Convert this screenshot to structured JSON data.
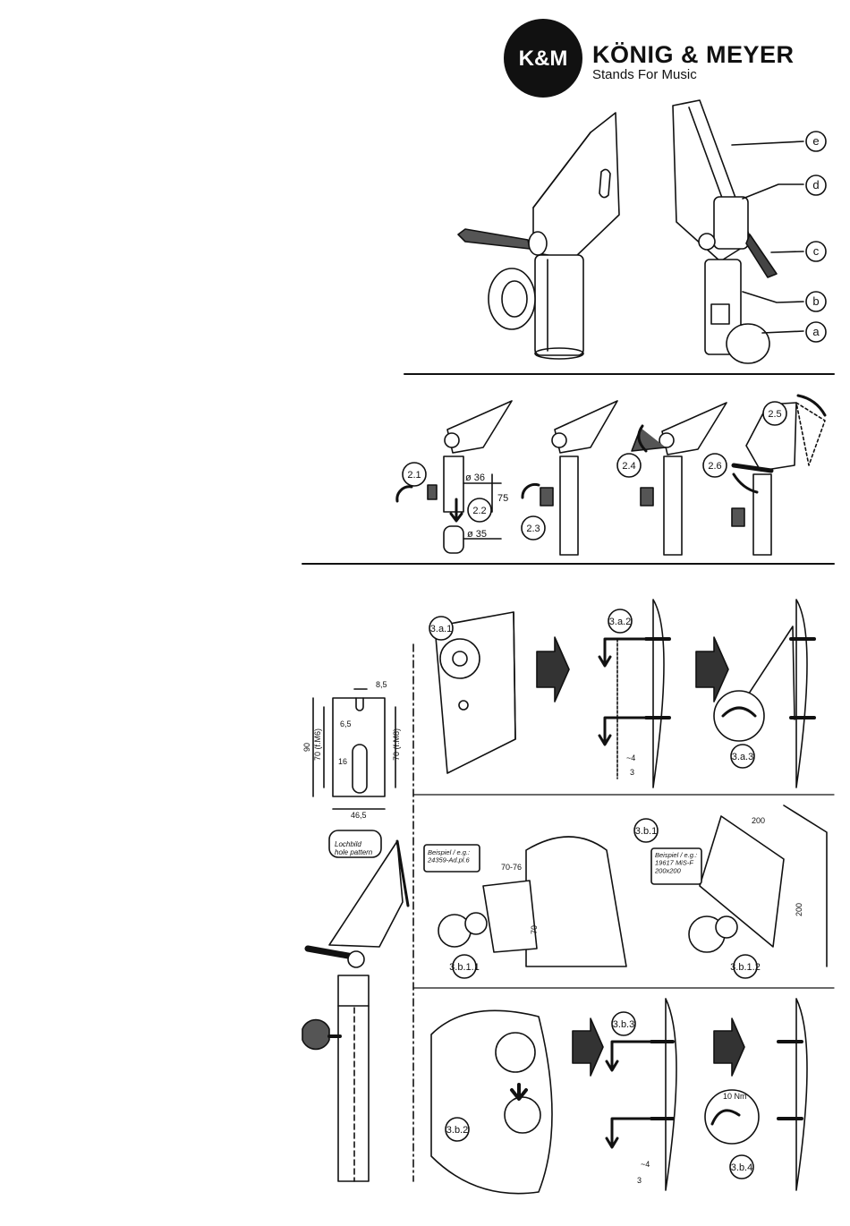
{
  "brand": {
    "logo_text": "K&M",
    "name": "KÖNIG & MEYER",
    "tagline": "Stands For Music"
  },
  "parts": [
    "e",
    "d",
    "c",
    "b",
    "a"
  ],
  "steps_2": {
    "s21": "2.1",
    "s22": "2.2",
    "s23": "2.3",
    "s24": "2.4",
    "s25": "2.5",
    "s26": "2.6",
    "dim_d36": "ø 36",
    "dim_75": "75",
    "dim_d35": "ø 35"
  },
  "hole_pattern": {
    "w_top": "8,5",
    "w_mid": "6,5",
    "w_slot": "16",
    "width": "46,5",
    "h_total": "90",
    "h_m6": "70 (f.M6)",
    "h_m8": "70 (f.M8)",
    "caption": "Lochbild\nhole pattern"
  },
  "steps_3": {
    "a1": "3.a.1",
    "a2": "3.a.2",
    "a3": "3.a.3",
    "b1": "3.b.1",
    "b11": "3.b.1.1",
    "b12": "3.b.1.2",
    "b2": "3.b.2",
    "b3": "3.b.3",
    "b4": "3.b.4",
    "approx4": "~4",
    "three": "3",
    "ex1": "Beispiel / e.g.:\n24359-Ad.pl.6",
    "ex2": "Beispiel / e.g.:\n19617 MiS-F\n200x200",
    "d7076": "70-76",
    "d70": "70",
    "d200a": "200",
    "d200b": "200",
    "torque": "10 Nm"
  }
}
